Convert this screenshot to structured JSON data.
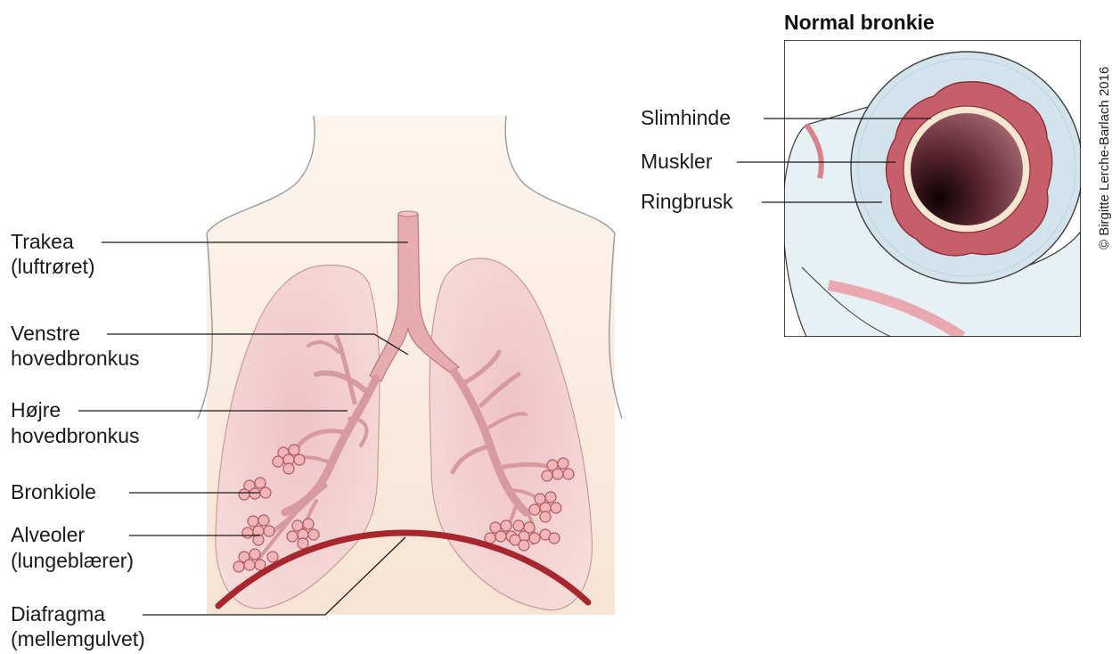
{
  "inset": {
    "title": "Normal bronkie",
    "labels": {
      "mucosa": "Slimhinde",
      "muscles": "Muskler",
      "cartilage": "Ringbrusk"
    }
  },
  "main_labels": {
    "trachea": [
      "Trakea",
      "(luftrøret)"
    ],
    "left_main_bronchus": [
      "Venstre",
      "hovedbronkus"
    ],
    "right_main_bronchus": [
      "Højre",
      "hovedbronkus"
    ],
    "bronchiole": [
      "Bronkiole"
    ],
    "alveoli": [
      "Alveoler",
      "(lungeblærer)"
    ],
    "diaphragm": [
      "Diafragma",
      "(mellemgulvet)"
    ]
  },
  "copyright": "© Birgitte Lerche-Barlach 2016",
  "colors": {
    "body_skin": "#f9eadb",
    "lung": "#f2d1d0",
    "bronchus": "#e3a9ab",
    "diaphragm": "#a8262e",
    "alveoli": "#f0b7b9",
    "mucosa": "#c65c67",
    "cartilage_ring": "#d4e4ec",
    "lumen_dark": "#2b0c12"
  }
}
